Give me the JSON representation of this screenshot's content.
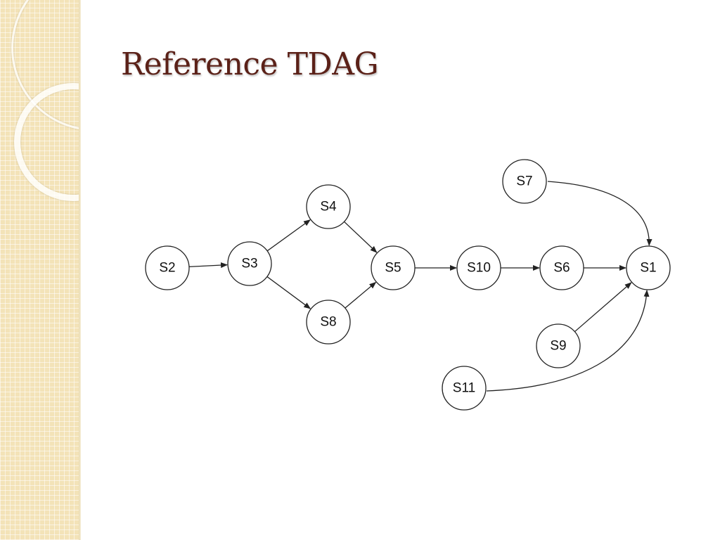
{
  "slide": {
    "title": "Reference TDAG"
  },
  "diagram": {
    "nodes": [
      {
        "id": "S2",
        "label": "S2"
      },
      {
        "id": "S3",
        "label": "S3"
      },
      {
        "id": "S4",
        "label": "S4"
      },
      {
        "id": "S8",
        "label": "S8"
      },
      {
        "id": "S5",
        "label": "S5"
      },
      {
        "id": "S10",
        "label": "S10"
      },
      {
        "id": "S6",
        "label": "S6"
      },
      {
        "id": "S1",
        "label": "S1"
      },
      {
        "id": "S7",
        "label": "S7"
      },
      {
        "id": "S9",
        "label": "S9"
      },
      {
        "id": "S11",
        "label": "S11"
      }
    ],
    "edges": [
      {
        "from": "S2",
        "to": "S3"
      },
      {
        "from": "S3",
        "to": "S4"
      },
      {
        "from": "S3",
        "to": "S8"
      },
      {
        "from": "S4",
        "to": "S5"
      },
      {
        "from": "S8",
        "to": "S5"
      },
      {
        "from": "S5",
        "to": "S10"
      },
      {
        "from": "S10",
        "to": "S6"
      },
      {
        "from": "S6",
        "to": "S1"
      },
      {
        "from": "S7",
        "to": "S1"
      },
      {
        "from": "S9",
        "to": "S1"
      },
      {
        "from": "S11",
        "to": "S1"
      }
    ]
  }
}
